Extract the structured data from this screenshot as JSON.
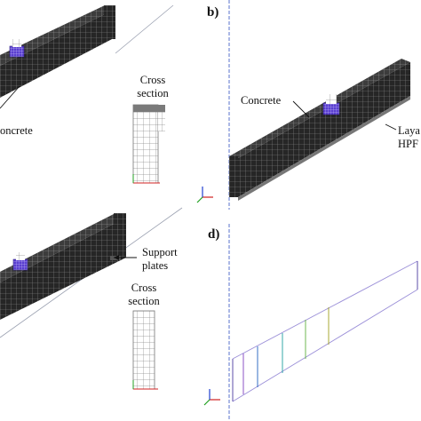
{
  "panels": [
    {
      "tag": "",
      "labels": {
        "concrete": "oncrete",
        "cross_section": [
          "Cross",
          "section"
        ]
      }
    },
    {
      "tag": "b)",
      "labels": {
        "concrete": "Concrete",
        "layer": [
          "Laya",
          "HPF"
        ]
      }
    },
    {
      "tag": "",
      "labels": {
        "support": [
          "Support",
          "plates"
        ],
        "cross_section": [
          "Cross",
          "section"
        ]
      }
    },
    {
      "tag": "d)",
      "labels": {}
    }
  ],
  "colors": {
    "mesh_fill": "#2b2b2b",
    "mesh_line": "#8a8a8a",
    "section_grid": "#8c8c8c",
    "section_highlight": "#7a7a7a",
    "load_plate": "#6a4fd0",
    "axis_x": "#d02020",
    "axis_y": "#20a020",
    "axis_z": "#2040d0",
    "guide_line": "#3050c0",
    "rebar": "#c0b8e0"
  }
}
